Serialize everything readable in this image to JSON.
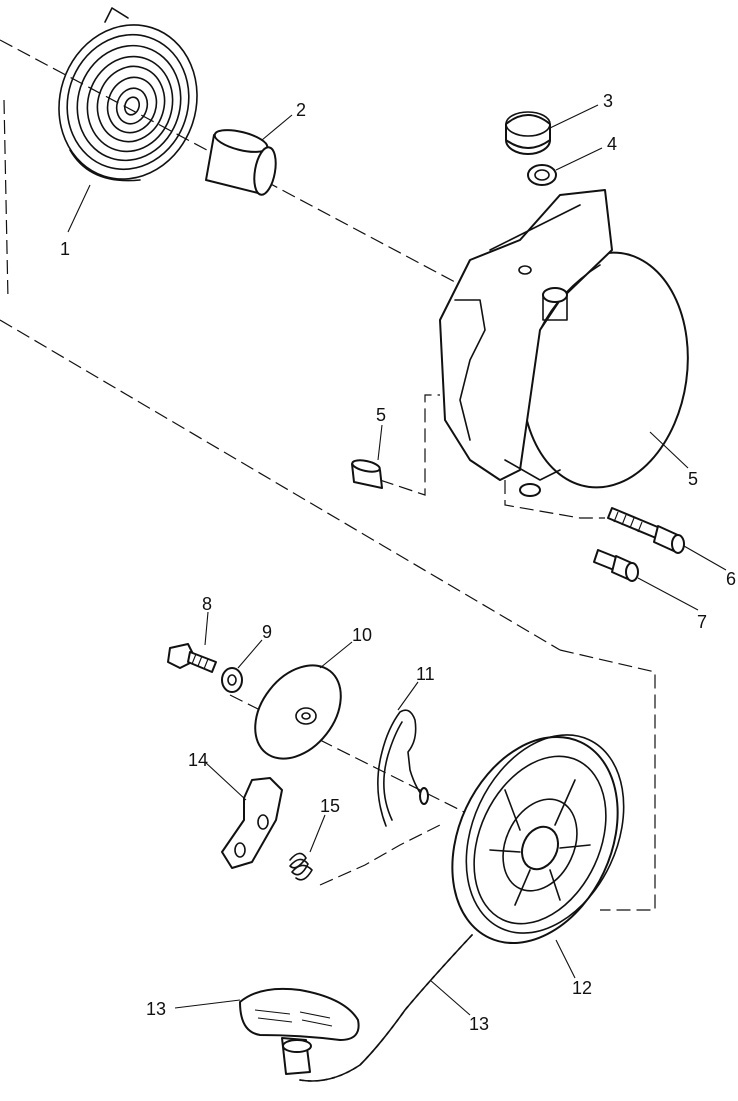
{
  "callouts": [
    {
      "id": "c1",
      "text": "1"
    },
    {
      "id": "c2",
      "text": "2"
    },
    {
      "id": "c3",
      "text": "3"
    },
    {
      "id": "c4",
      "text": "4"
    },
    {
      "id": "c5a",
      "text": "5"
    },
    {
      "id": "c5b",
      "text": "5"
    },
    {
      "id": "c6",
      "text": "6"
    },
    {
      "id": "c7",
      "text": "7"
    },
    {
      "id": "c8",
      "text": "8"
    },
    {
      "id": "c9",
      "text": "9"
    },
    {
      "id": "c10",
      "text": "10"
    },
    {
      "id": "c11",
      "text": "11"
    },
    {
      "id": "c12",
      "text": "12"
    },
    {
      "id": "c13a",
      "text": "13"
    },
    {
      "id": "c13b",
      "text": "13"
    },
    {
      "id": "c14",
      "text": "14"
    },
    {
      "id": "c15",
      "text": "15"
    }
  ]
}
